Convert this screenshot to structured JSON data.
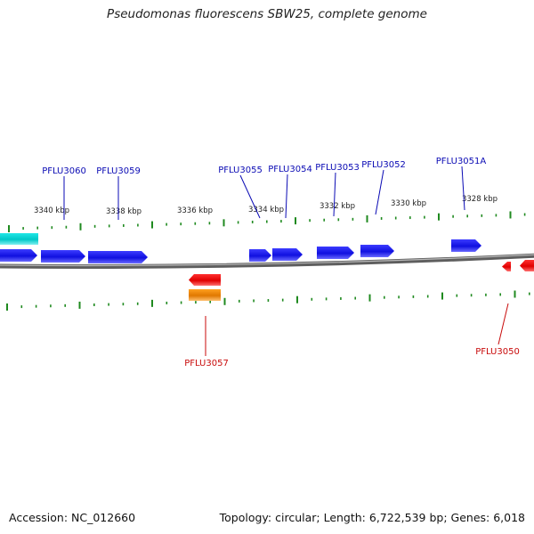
{
  "title": "Pseudomonas fluorescens SBW25, complete genome",
  "footer": {
    "accession": "Accession: NC_012660",
    "summary": "Topology: circular; Length: 6,722,539 bp; Genes: 6,018"
  },
  "colors": {
    "forward_gene": "#1a1ae6",
    "reverse_gene": "#ee1111",
    "reverse_rna_gene": "#ee8800",
    "partial_gene": "#00d8d8",
    "tick": "#1f8a1f",
    "backbone": "#7a7a7a",
    "forward_label": "#0a0ab4",
    "reverse_label": "#c80a0a",
    "scale_label": "#222222"
  },
  "scale_labels": [
    "3340 kbp",
    "3338 kbp",
    "3336 kbp",
    "3334 kbp",
    "3332 kbp",
    "3330 kbp",
    "3328 kbp"
  ],
  "gene_labels": {
    "forward": [
      "PFLU3060",
      "PFLU3059",
      "PFLU3055",
      "PFLU3054",
      "PFLU3053",
      "PFLU3052",
      "PFLU3051A"
    ],
    "reverse": [
      "PFLU3057",
      "PFLU3050"
    ]
  }
}
